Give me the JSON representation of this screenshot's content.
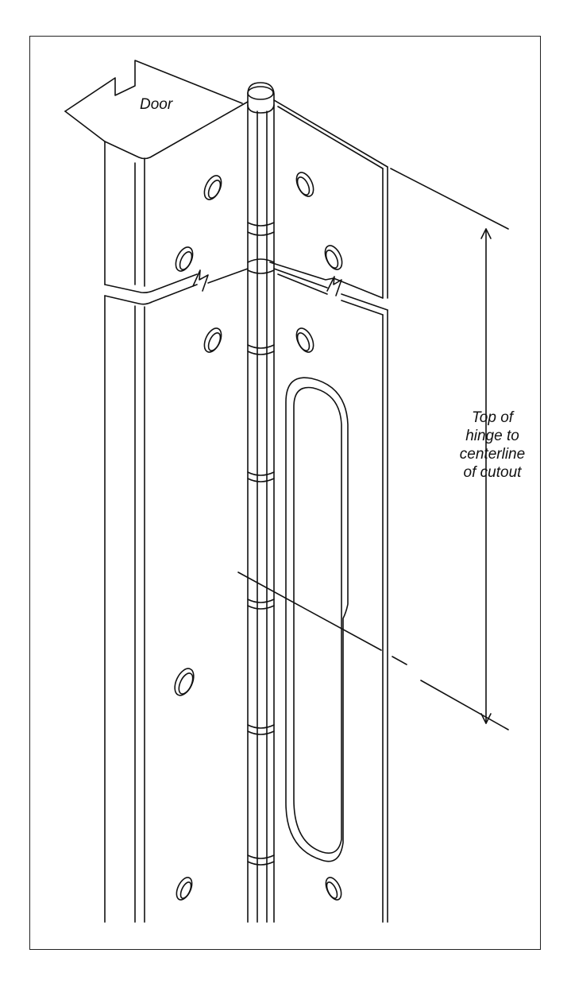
{
  "labels": {
    "door": "Door",
    "dimension_lines": [
      "Top of",
      "hinge to",
      "centerline",
      "of cutout"
    ]
  },
  "style": {
    "line_color": "#111111",
    "background": "#ffffff"
  }
}
